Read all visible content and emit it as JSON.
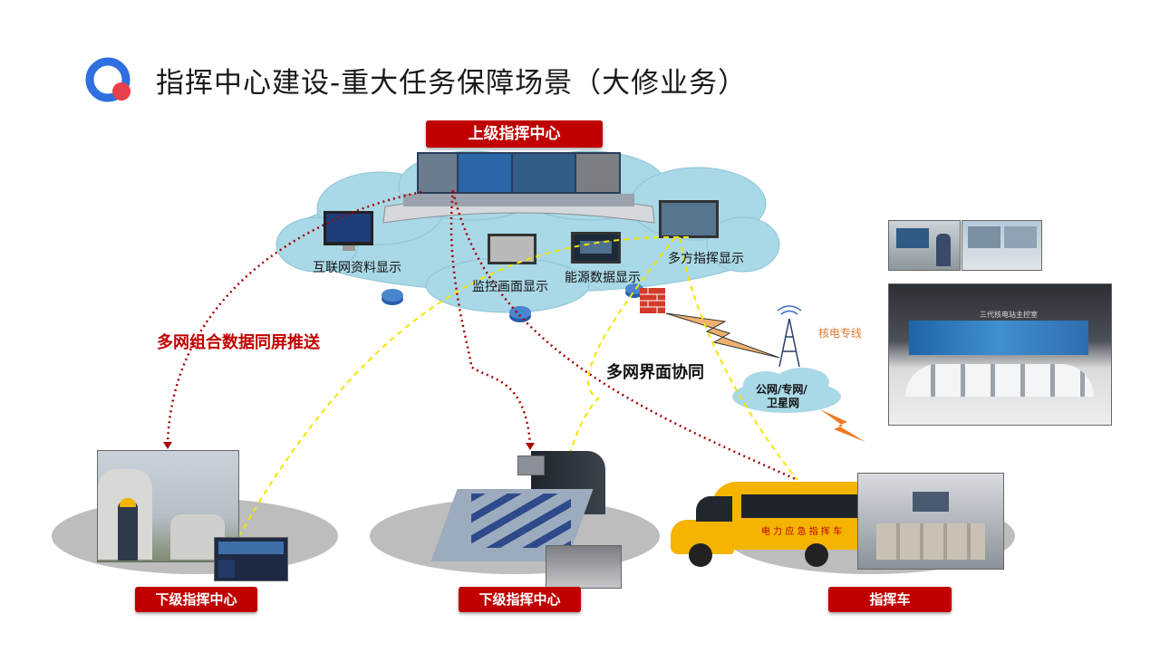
{
  "title": "指挥中心建设-重大任务保障场景（大修业务）",
  "colors": {
    "accent_red": "#c00000",
    "logo_blue": "#2f6fe0",
    "logo_red": "#e8404a",
    "cloud": "#a9d8e6",
    "dashed_yellow": "#f2e600",
    "dotted_red": "#a80000"
  },
  "top_center": {
    "label": "上级指挥中心"
  },
  "displays": {
    "internet": "互联网资料显示",
    "monitor": "监控画面显示",
    "energy": "能源数据显示",
    "multi": "多方指挥显示"
  },
  "annotations": {
    "push": "多网组合数据同屏推送",
    "collab": "多网界面协同",
    "nuclear_line": "核电专线",
    "network_line1": "公网/专网/",
    "network_line2": "卫星网"
  },
  "bottom": {
    "left_label": "下级指挥中心",
    "middle_label": "下级指挥中心",
    "right_label": "指挥车"
  },
  "vehicle_text": "电 力 应 急 指 挥 车",
  "photo_caption": "三代核电站主控室",
  "icons": [
    "logo-icon",
    "router-icon",
    "firewall-icon",
    "antenna-tower-icon",
    "lightning-icon",
    "monitor-icon",
    "drone-icon"
  ]
}
